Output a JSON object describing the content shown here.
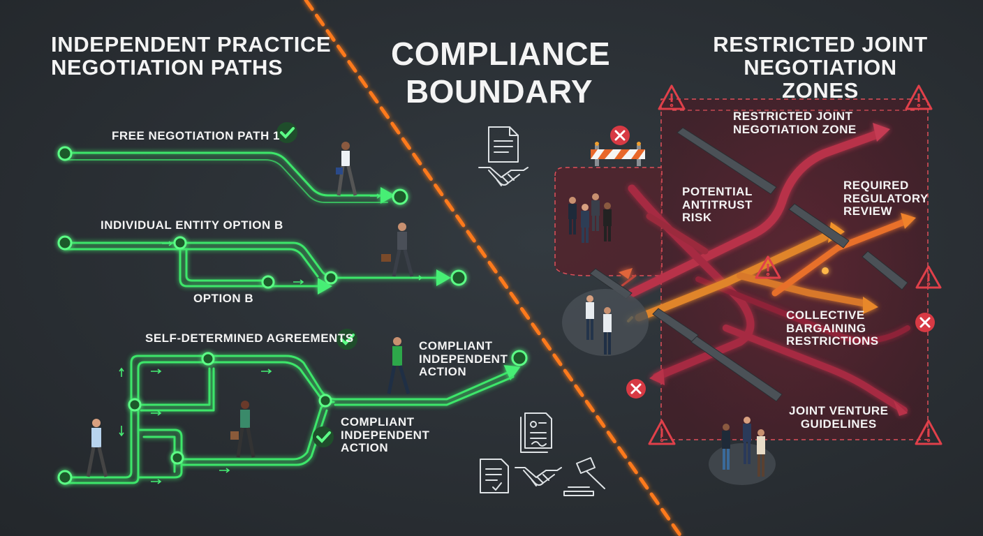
{
  "headings": {
    "left": [
      "Independent Practice",
      "Negotiation Paths"
    ],
    "center": [
      "Compliance",
      "Boundary"
    ],
    "right": [
      "Restricted Joint",
      "Negotiation Zones"
    ]
  },
  "left_labels": {
    "path1": "Free Negotiation Path 1",
    "path2": "Individual Entity Option B",
    "option_b": "Option B",
    "self_determined": "Self-Determined Agreements",
    "compliant_top": [
      "Compliant",
      "Independent",
      "Action"
    ],
    "compliant_bottom": [
      "Compliant",
      "Independent",
      "Action"
    ]
  },
  "right_labels": {
    "zone": [
      "Restricted Joint",
      "Negotiation Zone"
    ],
    "antitrust": [
      "Potential",
      "Antitrust",
      "Risk"
    ],
    "review": [
      "Required",
      "Regulatory",
      "Review"
    ],
    "bargaining": [
      "Collective",
      "Bargaining",
      "Restrictions"
    ],
    "joint_venture": [
      "Joint Venture",
      "Guidelines"
    ]
  },
  "icons": [
    "document-icon",
    "handshake-icon",
    "gavel-icon",
    "warning-icon",
    "prohibited-icon",
    "checkmark-icon",
    "barrier-icon"
  ],
  "colors": {
    "background": "#2b3035",
    "allowed_path": "#3ee66b",
    "boundary": "#ff7a1a",
    "restricted_zone": "#7a2a36",
    "restricted_arrow": "#c33a4f",
    "review_arrow": "#f08a22",
    "warning": "#e0404a"
  }
}
